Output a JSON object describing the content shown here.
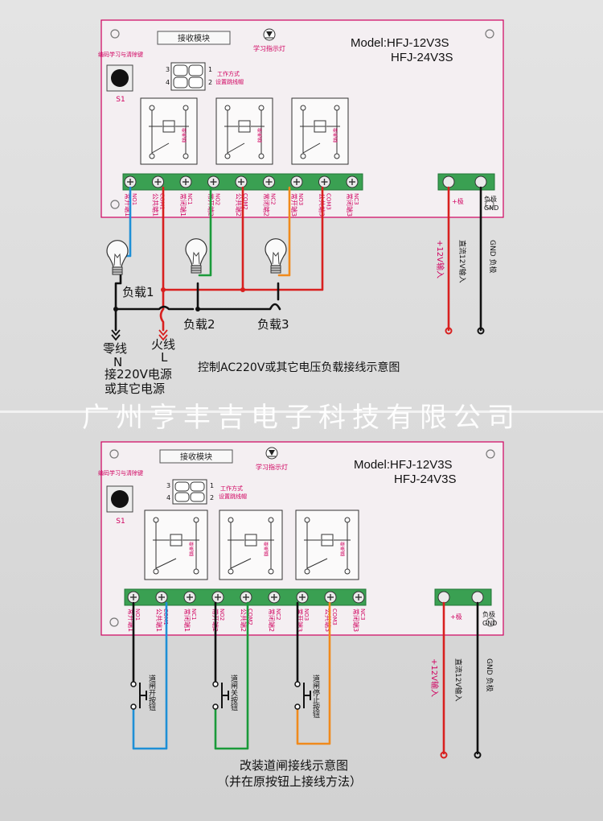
{
  "colors": {
    "board_border": "#d0005f",
    "terminal_green": "#3aa052",
    "wire_red": "#d8201f",
    "wire_blue": "#1e8fd6",
    "wire_green": "#1a9a3a",
    "wire_orange": "#f08a1c",
    "wire_black": "#111111"
  },
  "watermark": "广州亨丰吉电子科技有限公司",
  "diagrams": [
    {
      "module_label": "接收模块",
      "learn_led": "学习指示灯",
      "model_line1": "Model:HFJ-12V3S",
      "model_line2": "HFJ-24V3S",
      "s1_caption": "编码学习与清除键",
      "s1_label": "S1",
      "jumper_left_top": "3",
      "jumper_left_bottom": "4",
      "jumper_right_top": "1",
      "jumper_right_bottom": "2",
      "jumper_text1": "工作方式",
      "jumper_text2": "设置跳线帽",
      "relay_label": "继电器",
      "terminals": [
        "常开端1 NO1",
        "公共端1 COM1",
        "常闭端1 NC1",
        "常开端2 NO2",
        "公共端2 COM2",
        "常闭端2 NC2",
        "常开端3 NO3",
        "公共端3 COM3",
        "常闭端3 NC3"
      ],
      "power_plus": "+极",
      "power_gnd1": "负极",
      "power_gnd2": "GND",
      "power_in_plus": "+12V输入",
      "power_in_dc": "直流12V输入",
      "power_in_gnd": "GND 负极",
      "load1": "负载1",
      "load2": "负载2",
      "load3": "负载3",
      "neutral": "零线",
      "neutral_n": "N",
      "live": "火线",
      "live_l": "L",
      "source1": "接220V电源",
      "source2": "或其它电源",
      "caption": "控制AC220V或其它电压负载接线示意图"
    },
    {
      "module_label": "接收模块",
      "learn_led": "学习指示灯",
      "model_line1": "Model:HFJ-12V3S",
      "model_line2": "HFJ-24V3S",
      "s1_caption": "编码学习与清除键",
      "s1_label": "S1",
      "jumper_left_top": "3",
      "jumper_left_bottom": "4",
      "jumper_right_top": "1",
      "jumper_right_bottom": "2",
      "jumper_text1": "工作方式",
      "jumper_text2": "设置跳线帽",
      "relay_label": "继电器",
      "terminals": [
        "常开端1 NO1",
        "公共端1 COM1",
        "常闭端1 NC1",
        "常开端2 NO2",
        "公共端2 COM2",
        "常闭端2 NC2",
        "常开端3 NO3",
        "公共端3 COM3",
        "常闭端3 NC3"
      ],
      "power_plus": "+极",
      "power_gnd1": "负极",
      "power_gnd2": "GND",
      "power_in_plus": "+12V输入",
      "power_in_dc": "直流12V输入",
      "power_in_gnd": "GND 负极",
      "button1": "道闸开按钮",
      "button2": "道闸关按钮",
      "button3": "道闸停止按钮",
      "caption1": "改装道闸接线示意图",
      "caption2": "（并在原按钮上接线方法）"
    }
  ]
}
